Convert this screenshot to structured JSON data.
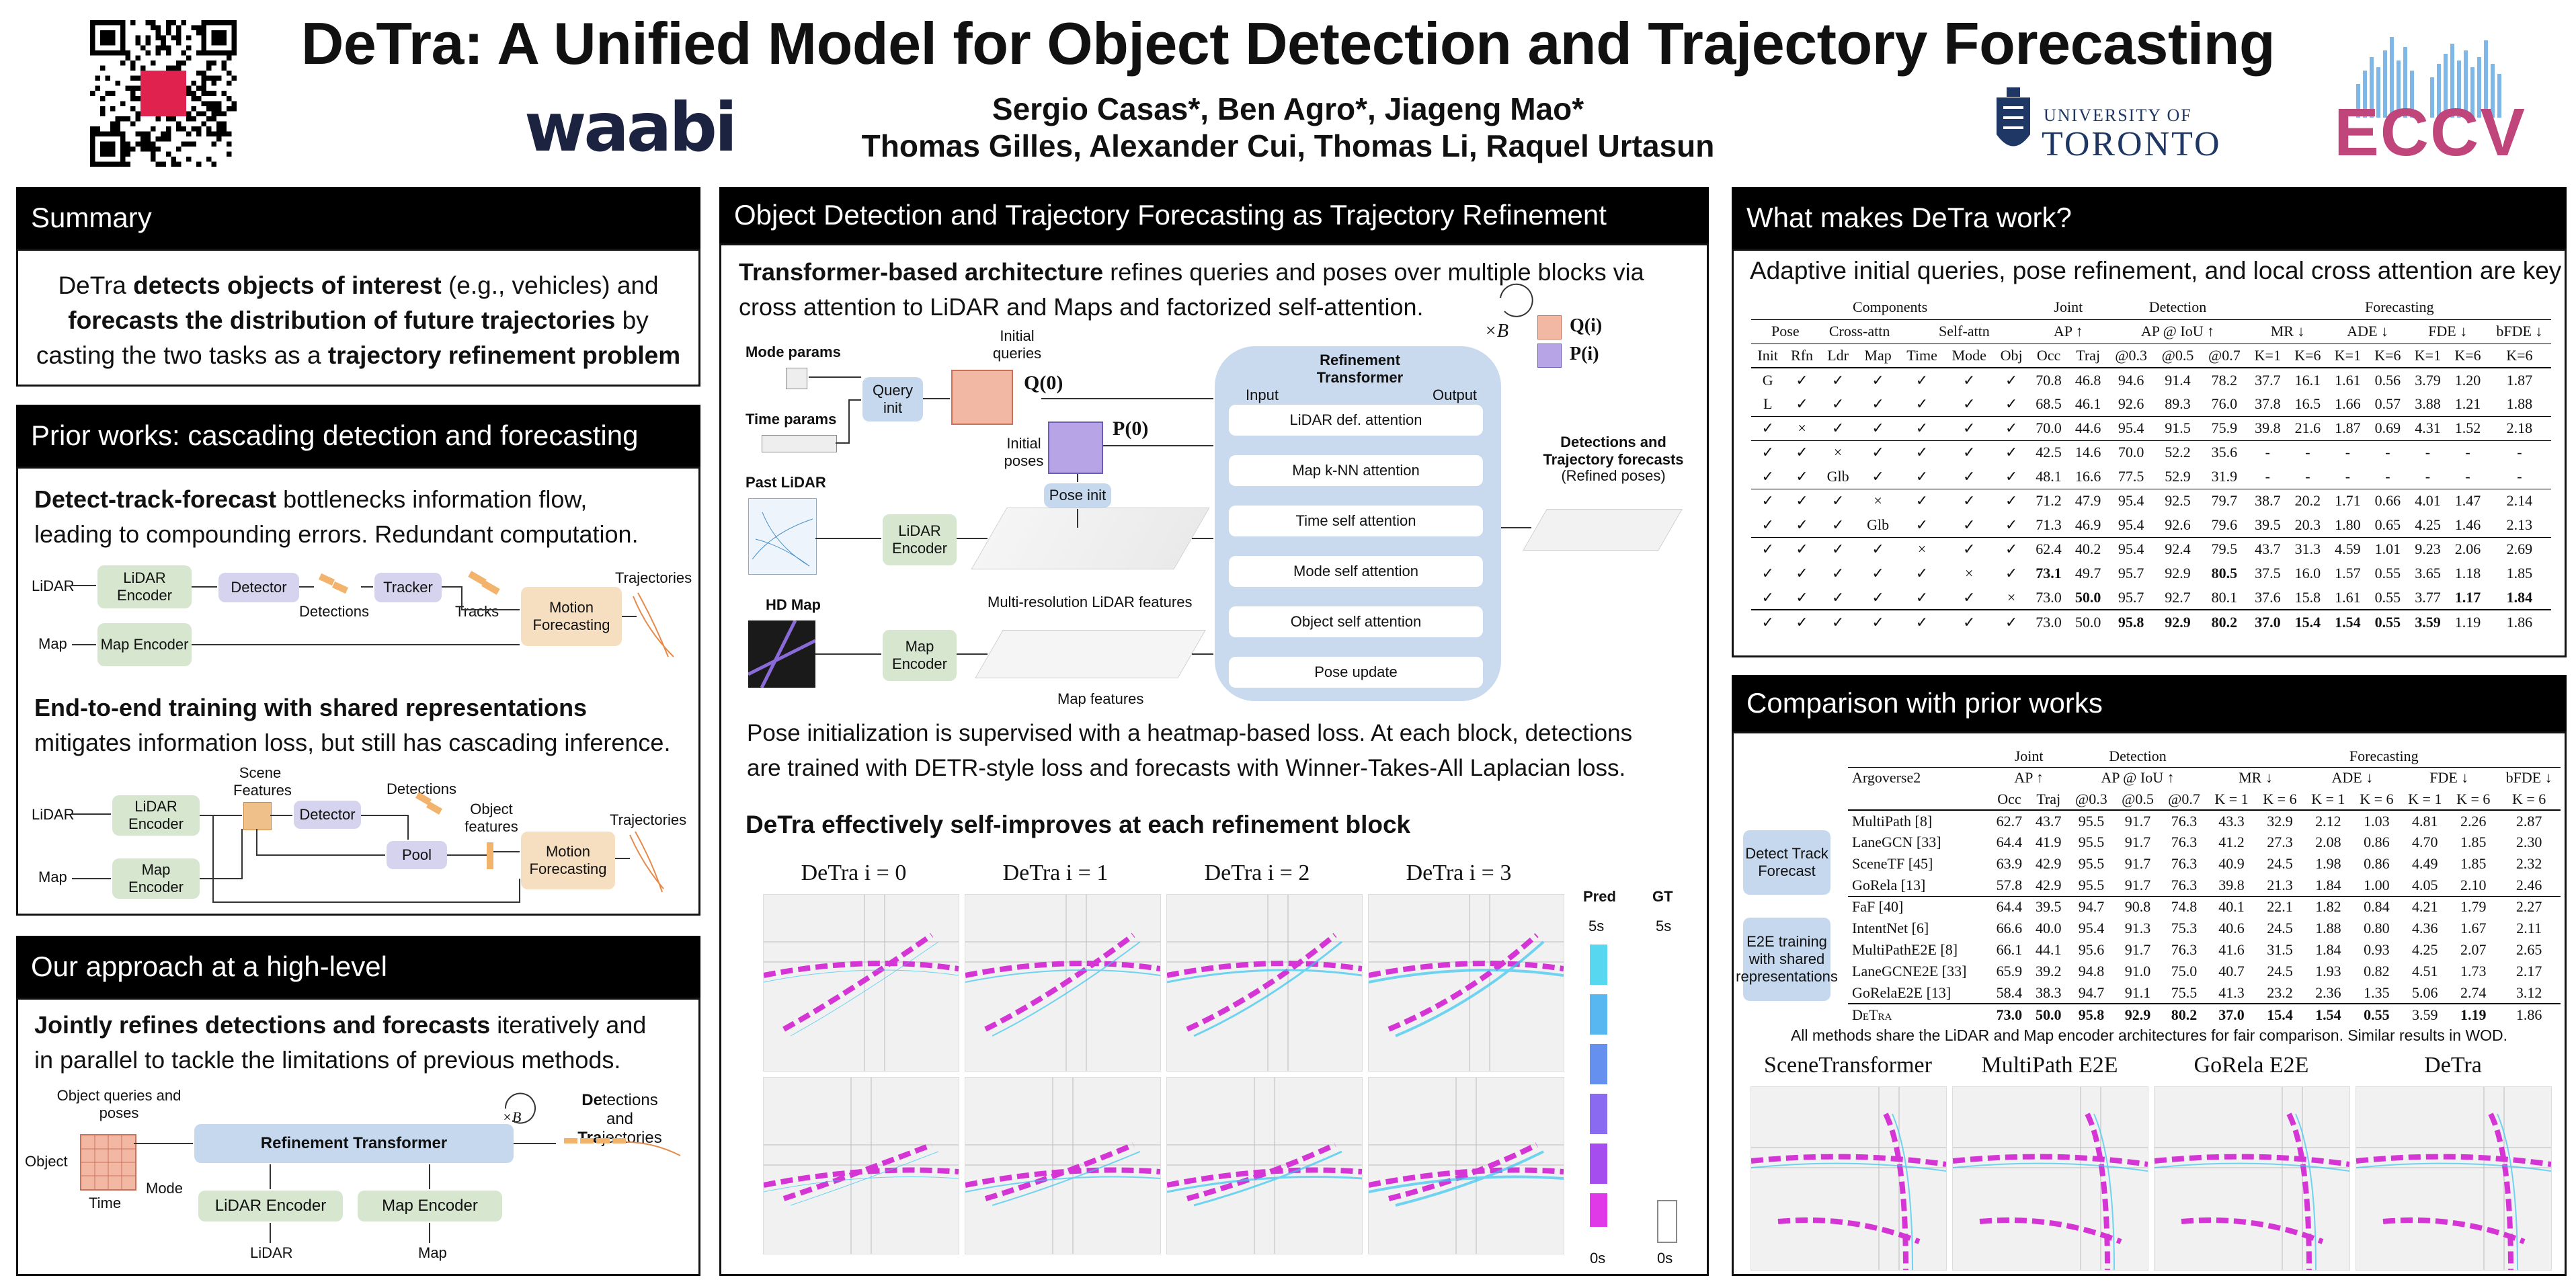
{
  "header": {
    "title": "DeTra: A Unified Model for Object Detection and Trajectory Forecasting",
    "authors_line1": "Sergio Casas*, Ben Agro*, Jiageng Mao*",
    "authors_line2": "Thomas Gilles, Alexander Cui, Thomas Li, Raquel Urtasun",
    "logo_waabi": "waabi",
    "logo_uni_top": "UNIVERSITY OF",
    "logo_uni_bottom": "TORONTO",
    "logo_conf": "ECCV"
  },
  "summary": {
    "title": "Summary",
    "t1": "DeTra ",
    "t1b": "detects objects of interest",
    "t2": " (e.g., vehicles) and",
    "t3b": "forecasts the distribution of future trajectories",
    "t4": " by",
    "t5": "casting the two tasks as a ",
    "t5b": "trajectory refinement problem"
  },
  "prior": {
    "title": "Prior works: cascading detection and forecasting",
    "dtf_b": "Detect-track-forecast",
    "dtf_1": " bottlenecks information flow,",
    "dtf_2": "leading to compounding errors. Redundant computation.",
    "e2e_b": "End-to-end training with shared representations",
    "e2e_1": "mitigates information loss, but still has cascading inference.",
    "d1": {
      "lidar": "LiDAR",
      "map": "Map",
      "lidar_enc": "LiDAR Encoder",
      "map_enc": "Map Encoder",
      "detector": "Detector",
      "detections": "Detections",
      "tracker": "Tracker",
      "tracks": "Tracks",
      "motion": "Motion Forecasting",
      "traj": "Trajectories"
    },
    "d2": {
      "lidar": "LiDAR",
      "map": "Map",
      "lidar_enc": "LiDAR Encoder",
      "map_enc": "Map Encoder",
      "scene": "Scene Features",
      "detector": "Detector",
      "detections": "Detections",
      "pool": "Pool",
      "objf": "Object features",
      "motion": "Motion Forecasting",
      "traj": "Trajectories"
    }
  },
  "approach": {
    "title": "Our approach at a high-level",
    "b": "Jointly refines detections and forecasts",
    "t1": " iteratively and",
    "t2": "in parallel to tackle the limitations of previous methods.",
    "oq": "Object queries and poses",
    "object": "Object",
    "time": "Time",
    "mode": "Mode",
    "rt": "Refinement Transformer",
    "xb": "×B",
    "lidar_enc": "LiDAR Encoder",
    "map_enc": "Map Encoder",
    "lidar": "LiDAR",
    "map": "Map",
    "out_a": "De",
    "out_b": "tections and",
    "out_c": "Tra",
    "out_d": "jectories"
  },
  "center": {
    "title": "Object Detection and Trajectory Forecasting as Trajectory Refinement",
    "arch_b": "Transformer-based architecture",
    "arch_1": " refines queries and poses over multiple blocks via",
    "arch_2": "cross attention to LiDAR and Maps and factorized self-attention.",
    "mode_params": "Mode params",
    "time_params": "Time params",
    "query_init": "Query init",
    "init_q": "Initial queries",
    "q0": "Q(0)",
    "p0": "P(0)",
    "init_poses": "Initial poses",
    "pose_init": "Pose init",
    "past_lidar": "Past LiDAR",
    "lidar_enc": "LiDAR Encoder",
    "multires": "Multi-resolution LiDAR features",
    "hd_map": "HD Map",
    "map_enc": "Map Encoder",
    "map_feat": "Map features",
    "rt_title": "Refinement Transformer",
    "input": "Input",
    "output": "Output",
    "xb": "×B",
    "qi": "Q(i)",
    "pi": "P(i)",
    "layers": [
      "LiDAR def. attention",
      "Map k-NN attention",
      "Time self attention",
      "Mode self attention",
      "Object self attention",
      "Pose update"
    ],
    "det_tf": "Detections and Trajectory forecasts",
    "refined": "(Refined poses)",
    "pose_sup_1": "Pose initialization is supervised with a heatmap-based loss. At each block, detections",
    "pose_sup_2": "are trained with DETR-style loss and forecasts with Winner-Takes-All Laplacian loss.",
    "self_improve": "DeTra effectively self-improves at each refinement block",
    "col_labels": [
      "DeTra i = 0",
      "DeTra i = 1",
      "DeTra i = 2",
      "DeTra i = 3"
    ],
    "pred": "Pred",
    "gt": "GT",
    "five_s": "5s",
    "zero_s": "0s"
  },
  "what": {
    "title": "What makes DeTra work?",
    "subtitle": "Adaptive initial queries, pose refinement, and local cross attention are key",
    "head1": [
      "Components",
      "Joint",
      "Detection",
      "Forecasting"
    ],
    "head2": [
      "Pose",
      "Cross-attn",
      "Self-attn",
      "AP ↑",
      "AP @ IoU ↑",
      "MR ↓",
      "ADE ↓",
      "FDE ↓",
      "bFDE ↓"
    ],
    "head3": [
      "Init",
      "Rfn",
      "Ldr",
      "Map",
      "Time",
      "Mode",
      "Obj",
      "Occ",
      "Traj",
      "@0.3",
      "@0.5",
      "@0.7",
      "K=1",
      "K=6",
      "K=1",
      "K=6",
      "K=1",
      "K=6",
      "K=6"
    ],
    "rows": [
      [
        "G",
        "✓",
        "✓",
        "✓",
        "✓",
        "✓",
        "✓",
        "70.8",
        "46.8",
        "94.6",
        "91.4",
        "78.2",
        "37.7",
        "16.1",
        "1.61",
        "0.56",
        "3.79",
        "1.20",
        "1.87"
      ],
      [
        "L",
        "✓",
        "✓",
        "✓",
        "✓",
        "✓",
        "✓",
        "68.5",
        "46.1",
        "92.6",
        "89.3",
        "76.0",
        "37.8",
        "16.5",
        "1.66",
        "0.57",
        "3.88",
        "1.21",
        "1.88"
      ],
      [
        "✓",
        "×",
        "✓",
        "✓",
        "✓",
        "✓",
        "✓",
        "70.0",
        "44.6",
        "95.4",
        "91.5",
        "75.9",
        "39.8",
        "21.6",
        "1.87",
        "0.69",
        "4.31",
        "1.52",
        "2.18"
      ],
      [
        "✓",
        "✓",
        "×",
        "✓",
        "✓",
        "✓",
        "✓",
        "42.5",
        "14.6",
        "70.0",
        "52.2",
        "35.6",
        "-",
        "-",
        "-",
        "-",
        "-",
        "-",
        "-"
      ],
      [
        "✓",
        "✓",
        "Glb",
        "✓",
        "✓",
        "✓",
        "✓",
        "48.1",
        "16.6",
        "77.5",
        "52.9",
        "31.9",
        "-",
        "-",
        "-",
        "-",
        "-",
        "-",
        "-"
      ],
      [
        "✓",
        "✓",
        "✓",
        "×",
        "✓",
        "✓",
        "✓",
        "71.2",
        "47.9",
        "95.4",
        "92.5",
        "79.7",
        "38.7",
        "20.2",
        "1.71",
        "0.66",
        "4.01",
        "1.47",
        "2.14"
      ],
      [
        "✓",
        "✓",
        "✓",
        "Glb",
        "✓",
        "✓",
        "✓",
        "71.3",
        "46.9",
        "95.4",
        "92.6",
        "79.6",
        "39.5",
        "20.3",
        "1.80",
        "0.65",
        "4.25",
        "1.46",
        "2.13"
      ],
      [
        "✓",
        "✓",
        "✓",
        "✓",
        "×",
        "✓",
        "✓",
        "62.4",
        "40.2",
        "95.4",
        "92.4",
        "79.5",
        "43.7",
        "31.3",
        "4.59",
        "1.01",
        "9.23",
        "2.06",
        "2.69"
      ],
      [
        "✓",
        "✓",
        "✓",
        "✓",
        "✓",
        "×",
        "✓",
        "73.1",
        "49.7",
        "95.7",
        "92.9",
        "80.5",
        "37.5",
        "16.0",
        "1.57",
        "0.55",
        "3.65",
        "1.18",
        "1.85"
      ],
      [
        "✓",
        "✓",
        "✓",
        "✓",
        "✓",
        "✓",
        "×",
        "73.0",
        "50.0",
        "95.7",
        "92.7",
        "80.1",
        "37.6",
        "15.8",
        "1.61",
        "0.55",
        "3.77",
        "1.17",
        "1.84"
      ],
      [
        "✓",
        "✓",
        "✓",
        "✓",
        "✓",
        "✓",
        "✓",
        "73.0",
        "50.0",
        "95.8",
        "92.9",
        "80.2",
        "37.0",
        "15.4",
        "1.54",
        "0.55",
        "3.59",
        "1.19",
        "1.86"
      ]
    ]
  },
  "compare": {
    "title": "Comparison with prior works",
    "dataset": "Argoverse2",
    "head1": [
      "Joint",
      "Detection",
      "Forecasting"
    ],
    "head2": [
      "AP ↑",
      "AP @ IoU ↑",
      "MR ↓",
      "ADE ↓",
      "FDE ↓",
      "bFDE ↓"
    ],
    "head3": [
      "Occ",
      "Traj",
      "@0.3",
      "@0.5",
      "@0.7",
      "K = 1",
      "K = 6",
      "K = 1",
      "K = 6",
      "K = 1",
      "K = 6",
      "K = 6"
    ],
    "group1": "Detect Track Forecast",
    "group2": "E2E training with shared representations",
    "rows1": [
      [
        "MultiPath [8]",
        "62.7",
        "43.7",
        "95.5",
        "91.7",
        "76.3",
        "43.3",
        "32.9",
        "2.12",
        "1.03",
        "4.81",
        "2.26",
        "2.87"
      ],
      [
        "LaneGCN [33]",
        "64.4",
        "41.9",
        "95.5",
        "91.7",
        "76.3",
        "41.2",
        "27.3",
        "2.08",
        "0.86",
        "4.70",
        "1.85",
        "2.30"
      ],
      [
        "SceneTF [45]",
        "63.9",
        "42.9",
        "95.5",
        "91.7",
        "76.3",
        "40.9",
        "24.5",
        "1.98",
        "0.86",
        "4.49",
        "1.85",
        "2.32"
      ],
      [
        "GoRela [13]",
        "57.8",
        "42.9",
        "95.5",
        "91.7",
        "76.3",
        "39.8",
        "21.3",
        "1.84",
        "1.00",
        "4.05",
        "2.10",
        "2.46"
      ]
    ],
    "rows2": [
      [
        "FaF [40]",
        "64.4",
        "39.5",
        "94.7",
        "90.8",
        "74.8",
        "40.1",
        "22.1",
        "1.82",
        "0.84",
        "4.21",
        "1.79",
        "2.27"
      ],
      [
        "IntentNet [6]",
        "66.6",
        "40.0",
        "95.4",
        "91.3",
        "75.3",
        "40.6",
        "24.5",
        "1.88",
        "0.80",
        "4.36",
        "1.67",
        "2.11"
      ],
      [
        "MultiPathE2E [8]",
        "66.1",
        "44.1",
        "95.6",
        "91.7",
        "76.3",
        "41.6",
        "31.5",
        "1.84",
        "0.93",
        "4.25",
        "2.07",
        "2.65"
      ],
      [
        "LaneGCNE2E [33]",
        "65.9",
        "39.2",
        "94.8",
        "91.0",
        "75.0",
        "40.7",
        "24.5",
        "1.93",
        "0.82",
        "4.51",
        "1.73",
        "2.17"
      ],
      [
        "GoRelaE2E [13]",
        "58.4",
        "38.3",
        "94.7",
        "91.1",
        "75.5",
        "41.3",
        "23.2",
        "2.36",
        "1.35",
        "5.06",
        "2.74",
        "3.12"
      ]
    ],
    "final": [
      "DeTra",
      "73.0",
      "50.0",
      "95.8",
      "92.9",
      "80.2",
      "37.0",
      "15.4",
      "1.54",
      "0.55",
      "3.59",
      "1.19",
      "1.86"
    ],
    "note": "All methods share the LiDAR and Map encoder architectures for fair comparison. Similar results in WOD.",
    "methods": [
      "SceneTransformer",
      "MultiPath E2E",
      "GoRela E2E",
      "DeTra"
    ]
  },
  "colors": {
    "accent": "#e0234e",
    "brand_navy": "#1b2340",
    "magenta": "#d535d5",
    "cyan": "#38c6f0"
  }
}
